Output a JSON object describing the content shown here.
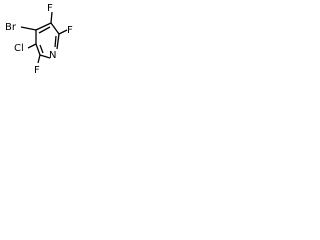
{
  "molecule": {
    "atoms": {
      "br": "Br",
      "cl": "Cl",
      "n": "N",
      "f_top": "F",
      "f_right": "F",
      "f_bottom": "F"
    }
  }
}
